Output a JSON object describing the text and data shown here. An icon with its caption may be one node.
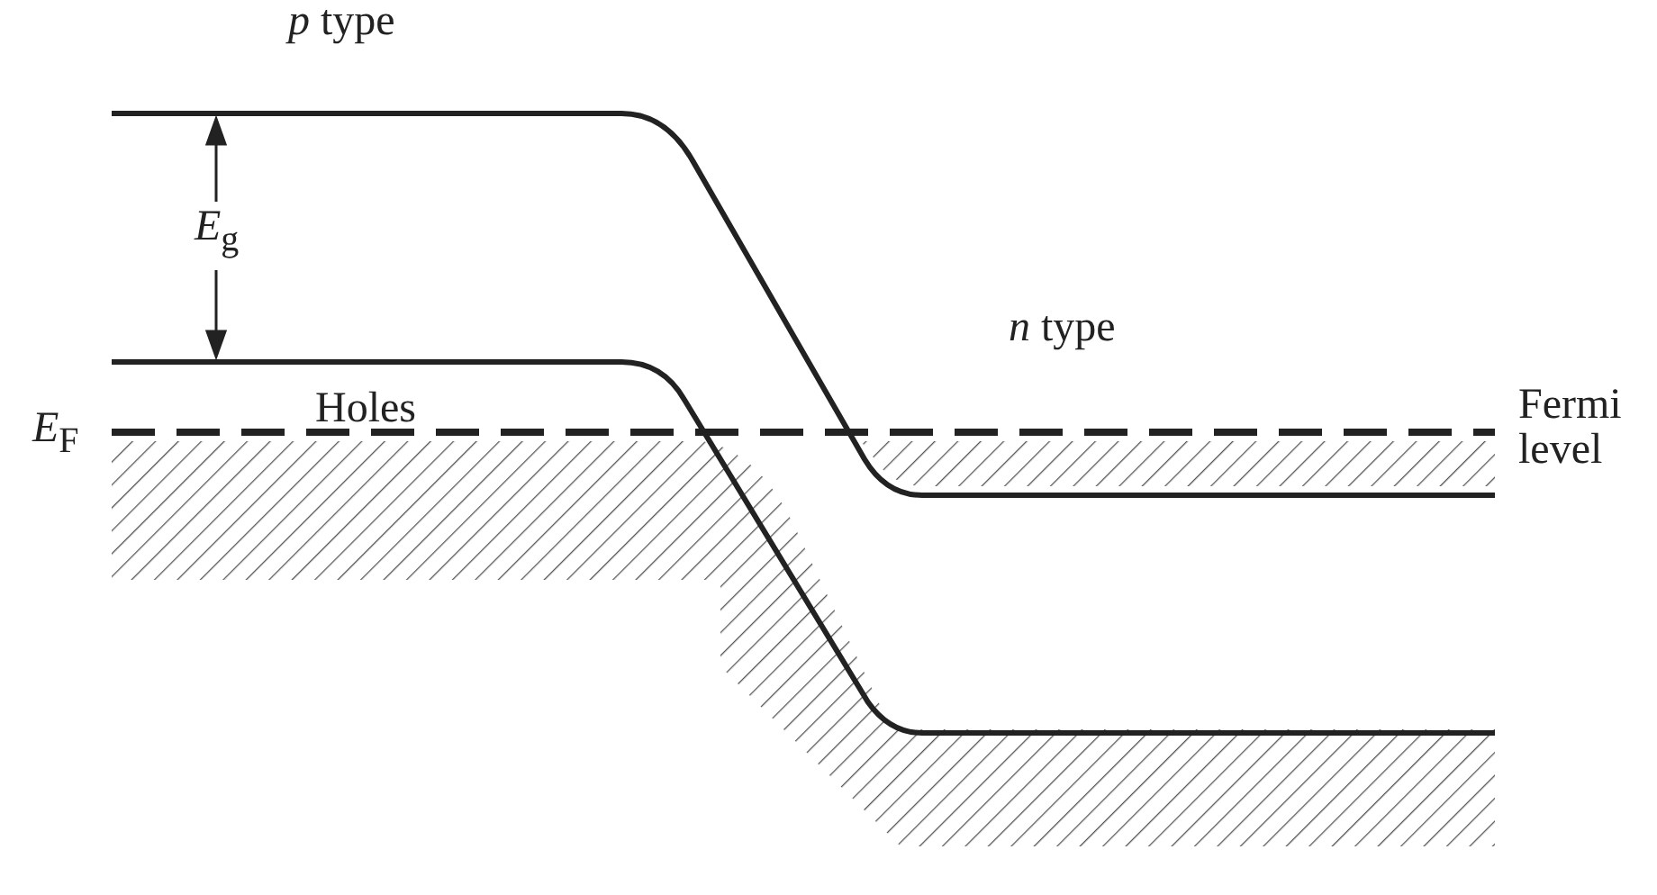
{
  "diagram": {
    "labels": [
      "*p* type",
      "*E*$_{g}$",
      "*n* type",
      "*E*$_{F}$",
      "Holes",
      "Fermi level"
    ]
  }
}
